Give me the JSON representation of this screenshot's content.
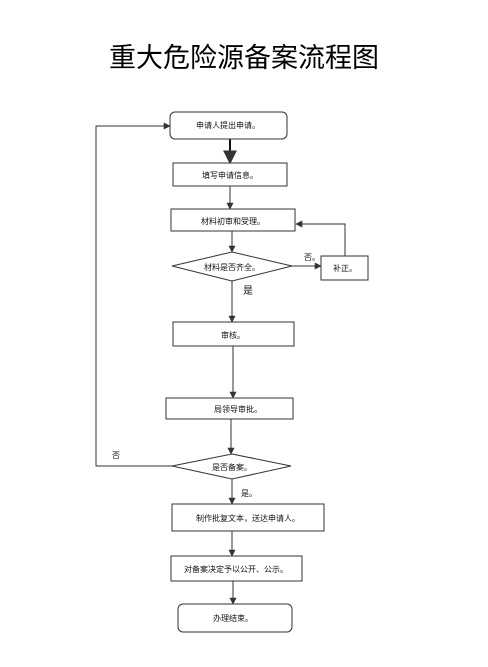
{
  "title": "重大危险源备案流程图",
  "nodes": {
    "apply": "申请人提出申请。",
    "fill_info": "填写申请信息。",
    "review_accept": "材料初审和受理。",
    "materials_complete": "材料是否齐全。",
    "supplement": "补正。",
    "audit": "审核。",
    "leader_approval": "局领导审批。",
    "is_filed": "是否备案。",
    "make_document": "制作批复文本，送达申请人。",
    "publish": "对备案决定予以公开、公示。",
    "finish": "办理结束。"
  },
  "edge_labels": {
    "no_supplement": "否。",
    "yes_materials": "是",
    "no_filed": "否",
    "yes_filed": "是。"
  },
  "colors": {
    "stroke": "#333333",
    "text": "#111111"
  }
}
